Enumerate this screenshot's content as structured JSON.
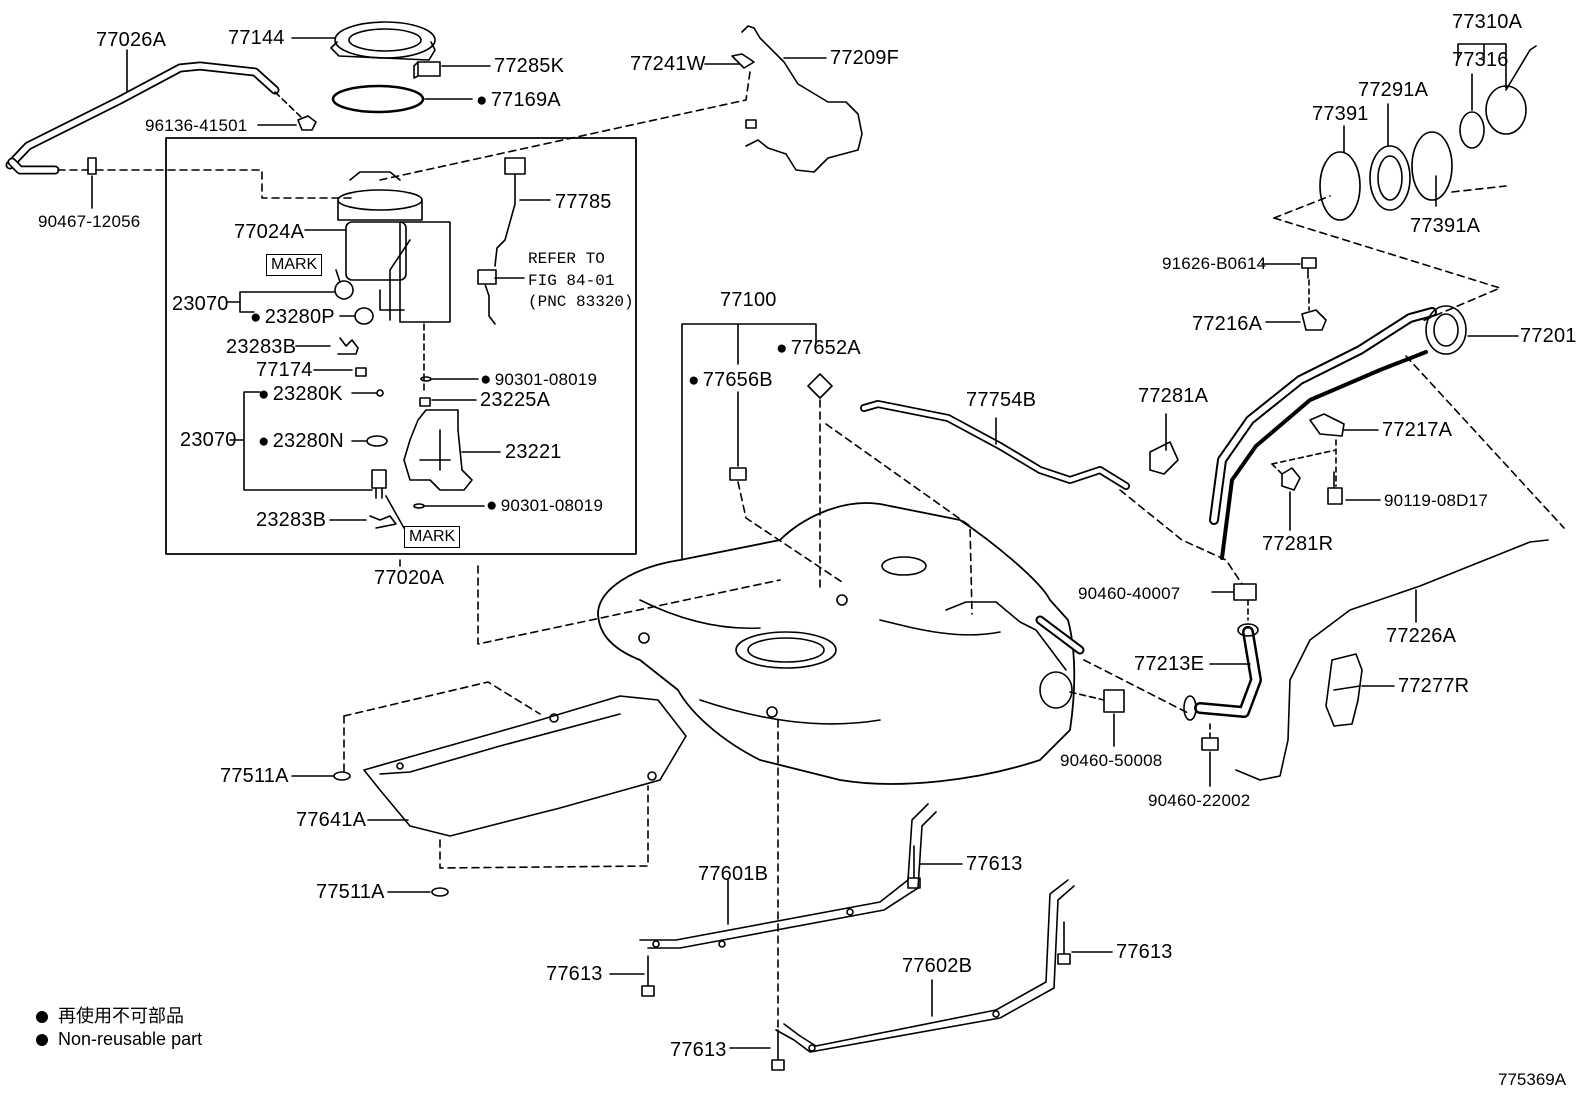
{
  "labels": {
    "p77026A": "77026A",
    "p77144": "77144",
    "p77285K": "77285K",
    "p77169A": "77169A",
    "p96136": "96136-41501",
    "p90467": "90467-12056",
    "p77241W": "77241W",
    "p77209F": "77209F",
    "p77785": "77785",
    "p77024A": "77024A",
    "p23070a": "23070",
    "p23280P": "23280P",
    "p23283Ba": "23283B",
    "p77174": "77174",
    "p23280K": "23280K",
    "p23070b": "23070",
    "p23280N": "23280N",
    "p23283Bb": "23283B",
    "p90301a": "90301-08019",
    "p23225A": "23225A",
    "p23221": "23221",
    "p90301b": "90301-08019",
    "p77020A": "77020A",
    "p77100": "77100",
    "p77652A": "77652A",
    "p77656B": "77656B",
    "p77754B": "77754B",
    "p77310A": "77310A",
    "p77316": "77316",
    "p77291A": "77291A",
    "p77391": "77391",
    "p77391A": "77391A",
    "p91626": "91626-B0614",
    "p77216A": "77216A",
    "p77201": "77201",
    "p77281A": "77281A",
    "p77217A": "77217A",
    "p90119": "90119-08D17",
    "p77281R": "77281R",
    "p90460_40007": "90460-40007",
    "p77226A": "77226A",
    "p77213E": "77213E",
    "p77277R": "77277R",
    "p90460_50008": "90460-50008",
    "p90460_22002": "90460-22002",
    "p77511Aa": "77511A",
    "p77641A": "77641A",
    "p77511Ab": "77511A",
    "p77601B": "77601B",
    "p77613a": "77613",
    "p77613b": "77613",
    "p77602B": "77602B",
    "p77613c": "77613",
    "p77613d": "77613"
  },
  "mark_text": "MARK",
  "refer_text": "REFER TO\nFIG 84-01\n(PNC 83320)",
  "legend": {
    "line_jp": "再使用不可部品",
    "line_en": "Non-reusable part"
  },
  "figure_code": "775369A"
}
